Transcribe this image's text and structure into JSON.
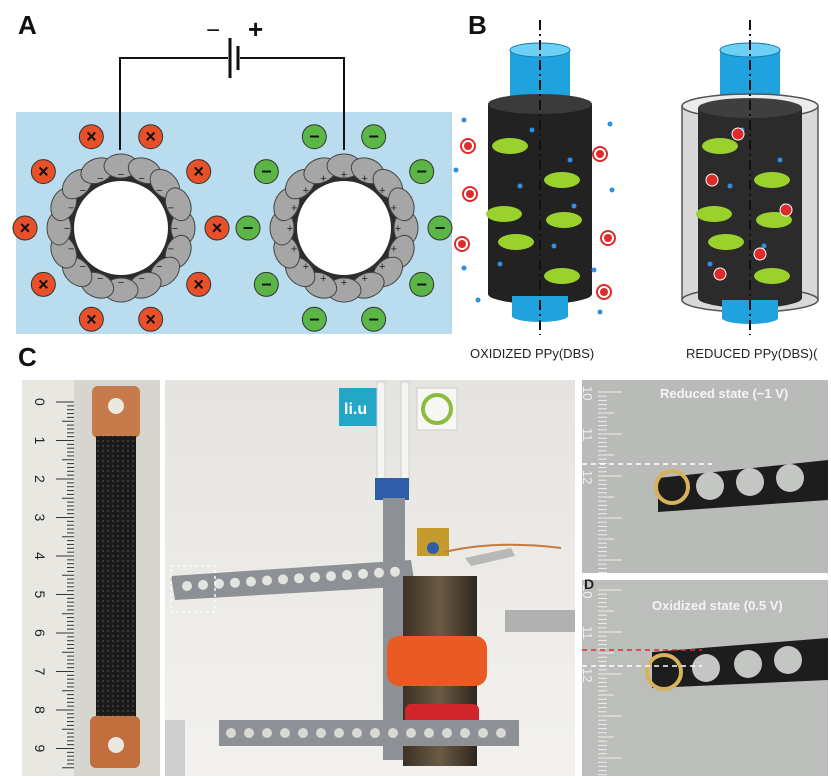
{
  "panels": {
    "a_letter": "A",
    "b_letter": "B",
    "c_letter": "C",
    "d_letter": "D"
  },
  "panel_a": {
    "battery_minus": "−",
    "battery_plus": "+",
    "left_ion": "×",
    "right_ion": "−",
    "left_inner_symbol": "−",
    "right_inner_symbol": "+"
  },
  "panel_b": {
    "oxidized_label": "OXIDIZED PPy(DBS)",
    "reduced_label": "REDUCED PPy(DBS)("
  },
  "panel_c": {
    "ruler_ticks": [
      "0",
      "1",
      "2",
      "3",
      "4",
      "5",
      "6",
      "7",
      "8",
      "9"
    ],
    "logo_text": "li.u"
  },
  "panel_d": {
    "reduced_state": "Reduced state (−1 V)",
    "oxidized_state": "Oxidized state (0.5 V)",
    "ruler_ticks": [
      "10",
      "11",
      "12"
    ]
  },
  "colors": {
    "electrolyte": "#b9dcee",
    "orange_ion": "#e8502a",
    "green_ion": "#5bb547",
    "ppy_grey": "#a6a6a6",
    "tube_blue": "#1fa2dd",
    "lime": "#9ad12c",
    "red_cation": "#e02b2b"
  }
}
